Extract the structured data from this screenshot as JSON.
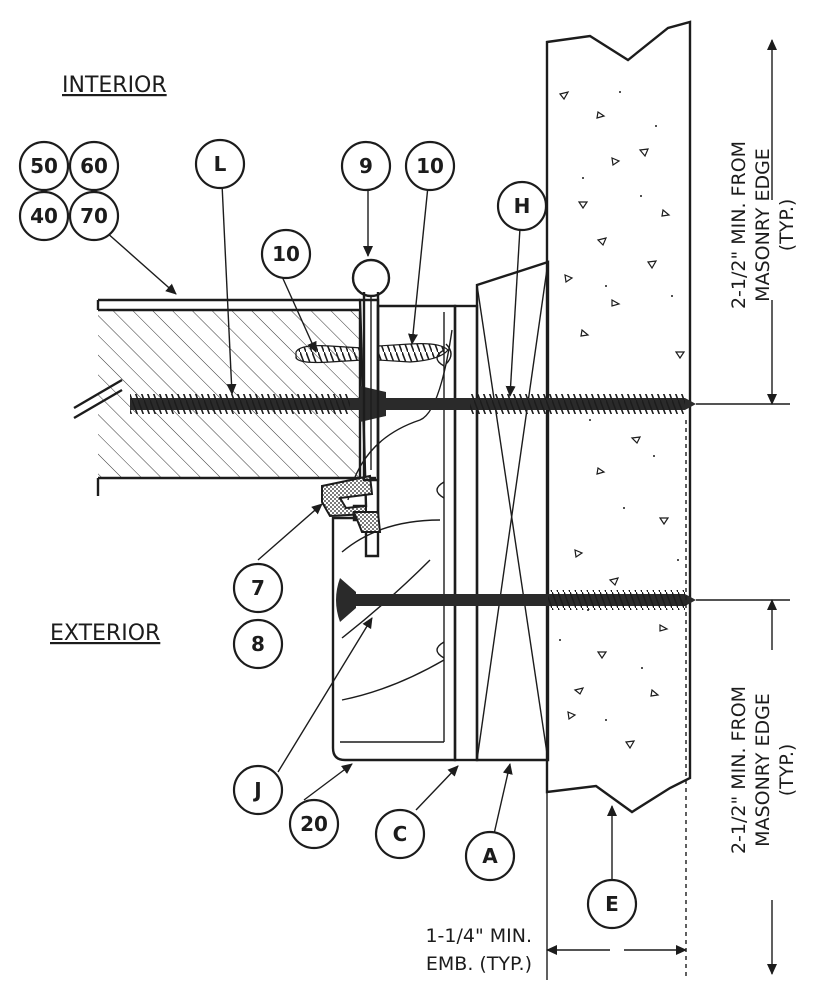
{
  "labels": {
    "interior": "INTERIOR",
    "exterior": "EXTERIOR"
  },
  "callouts": {
    "c50": "50",
    "c60": "60",
    "c40": "40",
    "c70": "70",
    "L": "L",
    "c9": "9",
    "c10_right": "10",
    "c10_left": "10",
    "H": "H",
    "c7": "7",
    "c8": "8",
    "J": "J",
    "c20": "20",
    "C": "C",
    "A": "A",
    "E": "E"
  },
  "dimensions": {
    "top_edge_line1": "2-1/2\" MIN. FROM",
    "top_edge_line2": "MASONRY EDGE",
    "top_edge_line3": "(TYP.)",
    "bottom_edge_line1": "2-1/2\" MIN. FROM",
    "bottom_edge_line2": "MASONRY EDGE",
    "bottom_edge_line3": "(TYP.)",
    "embedment_line1": "1-1/4\" MIN.",
    "embedment_line2": "EMB. (TYP.)"
  },
  "colors": {
    "ink": "#1c1c1c",
    "fastener": "#2a2a2a",
    "background": "#ffffff"
  }
}
